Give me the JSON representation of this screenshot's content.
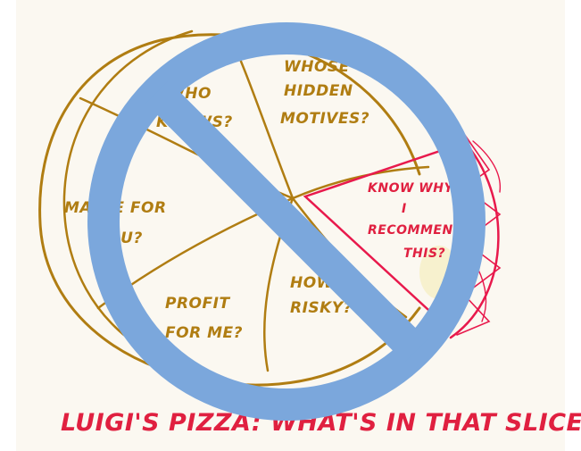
{
  "colors": {
    "paper": "#fbf8f1",
    "pizza_ink": "#b07d12",
    "slice_ink": "#e8194c",
    "red_ink": "#e02040",
    "prohibition": "#7ba7dc",
    "highlight": "#f6efc6"
  },
  "labels": {
    "who_knows_1": "WHO",
    "who_knows_2": "KNOWS?",
    "whose_1": "WHOSE",
    "whose_2": "HIDDEN",
    "whose_3": "MOTIVES?",
    "maybe_1": "MAYBE FOR",
    "maybe_2": "YOU?",
    "profit_1": "PROFIT",
    "profit_2": "FOR ME?",
    "risky_1": "HOW",
    "risky_2": "RISKY?",
    "know_1": "KNOW WHY",
    "know_2": "I",
    "know_3": "RECOMMEND",
    "know_4": "THIS?"
  },
  "caption": "LUIGI'S PIZZA: WHAT'S IN THAT SLICE?",
  "icons": {
    "prohibition": "prohibition-sign-icon"
  }
}
